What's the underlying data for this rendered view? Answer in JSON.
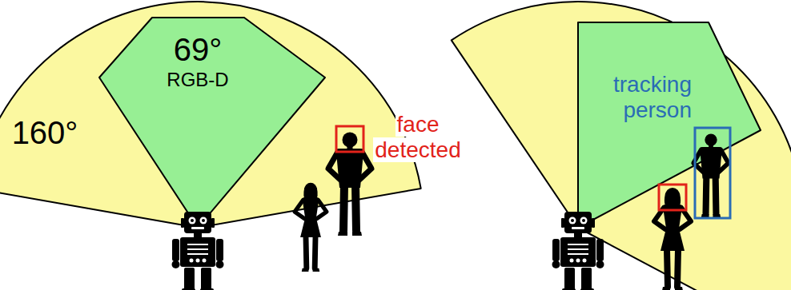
{
  "diagram": {
    "nodes": [
      {
        "text": [
          "160°"
        ]
      },
      {
        "text": [
          "69°",
          "RGB-D"
        ],
        "in": 0
      },
      {
        "text": [
          "tracking person"
        ]
      }
    ],
    "labels": [
      "face detected"
    ]
  }
}
